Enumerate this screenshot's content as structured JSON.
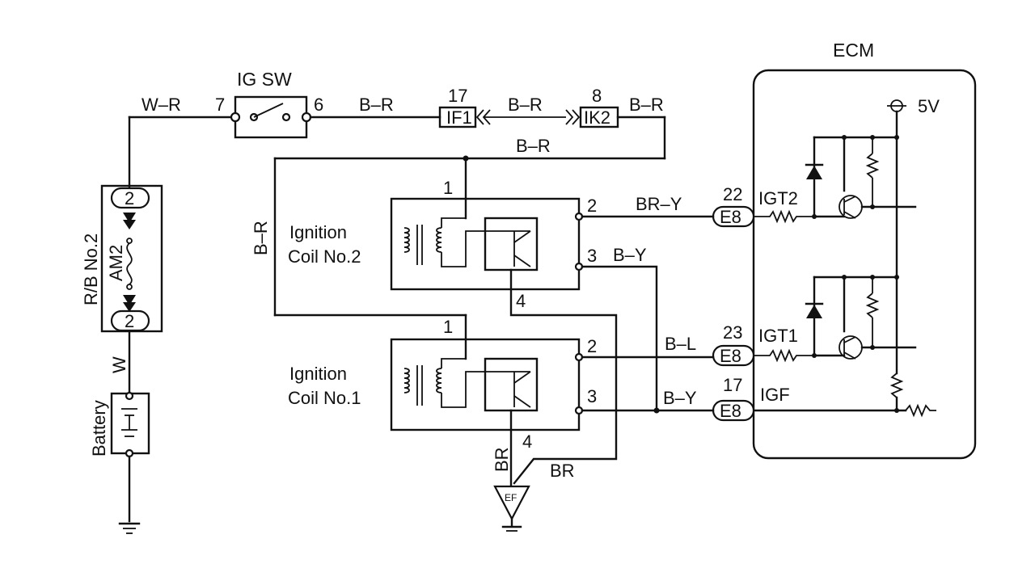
{
  "ecm": {
    "title": "ECM",
    "vref": "5V",
    "terminals": [
      {
        "pin": "22",
        "connector": "E8",
        "signal": "IGT2"
      },
      {
        "pin": "23",
        "connector": "E8",
        "signal": "IGT1"
      },
      {
        "pin": "17",
        "connector": "E8",
        "signal": "IGF"
      }
    ]
  },
  "ig_switch": {
    "label": "IG SW",
    "pin_in": "7",
    "pin_out": "6"
  },
  "relay_block": {
    "label": "R/B No.2",
    "fuse": "AM2",
    "pin_top": "2",
    "pin_bottom": "2"
  },
  "battery": {
    "label": "Battery"
  },
  "connectors": {
    "if1": {
      "pin": "17",
      "name": "IF1"
    },
    "ik2": {
      "pin": "8",
      "name": "IK2"
    }
  },
  "ground": {
    "ef": "EF"
  },
  "coils": {
    "coil2": {
      "line1": "Ignition",
      "line2": "Coil No.2",
      "pin1": "1",
      "pin2": "2",
      "pin3": "3",
      "pin4": "4"
    },
    "coil1": {
      "line1": "Ignition",
      "line2": "Coil No.1",
      "pin1": "1",
      "pin2": "2",
      "pin3": "3",
      "pin4": "4"
    }
  },
  "wires": {
    "w_r": "W–R",
    "b_r_1": "B–R",
    "b_r_2": "B–R",
    "b_r_3": "B–R",
    "b_r_4": "B–R",
    "b_r_vert": "B–R",
    "w": "W",
    "br_y": "BR–Y",
    "b_y_1": "B–Y",
    "b_l": "B–L",
    "b_y_2": "B–Y",
    "br_1": "BR",
    "br_2": "BR"
  }
}
